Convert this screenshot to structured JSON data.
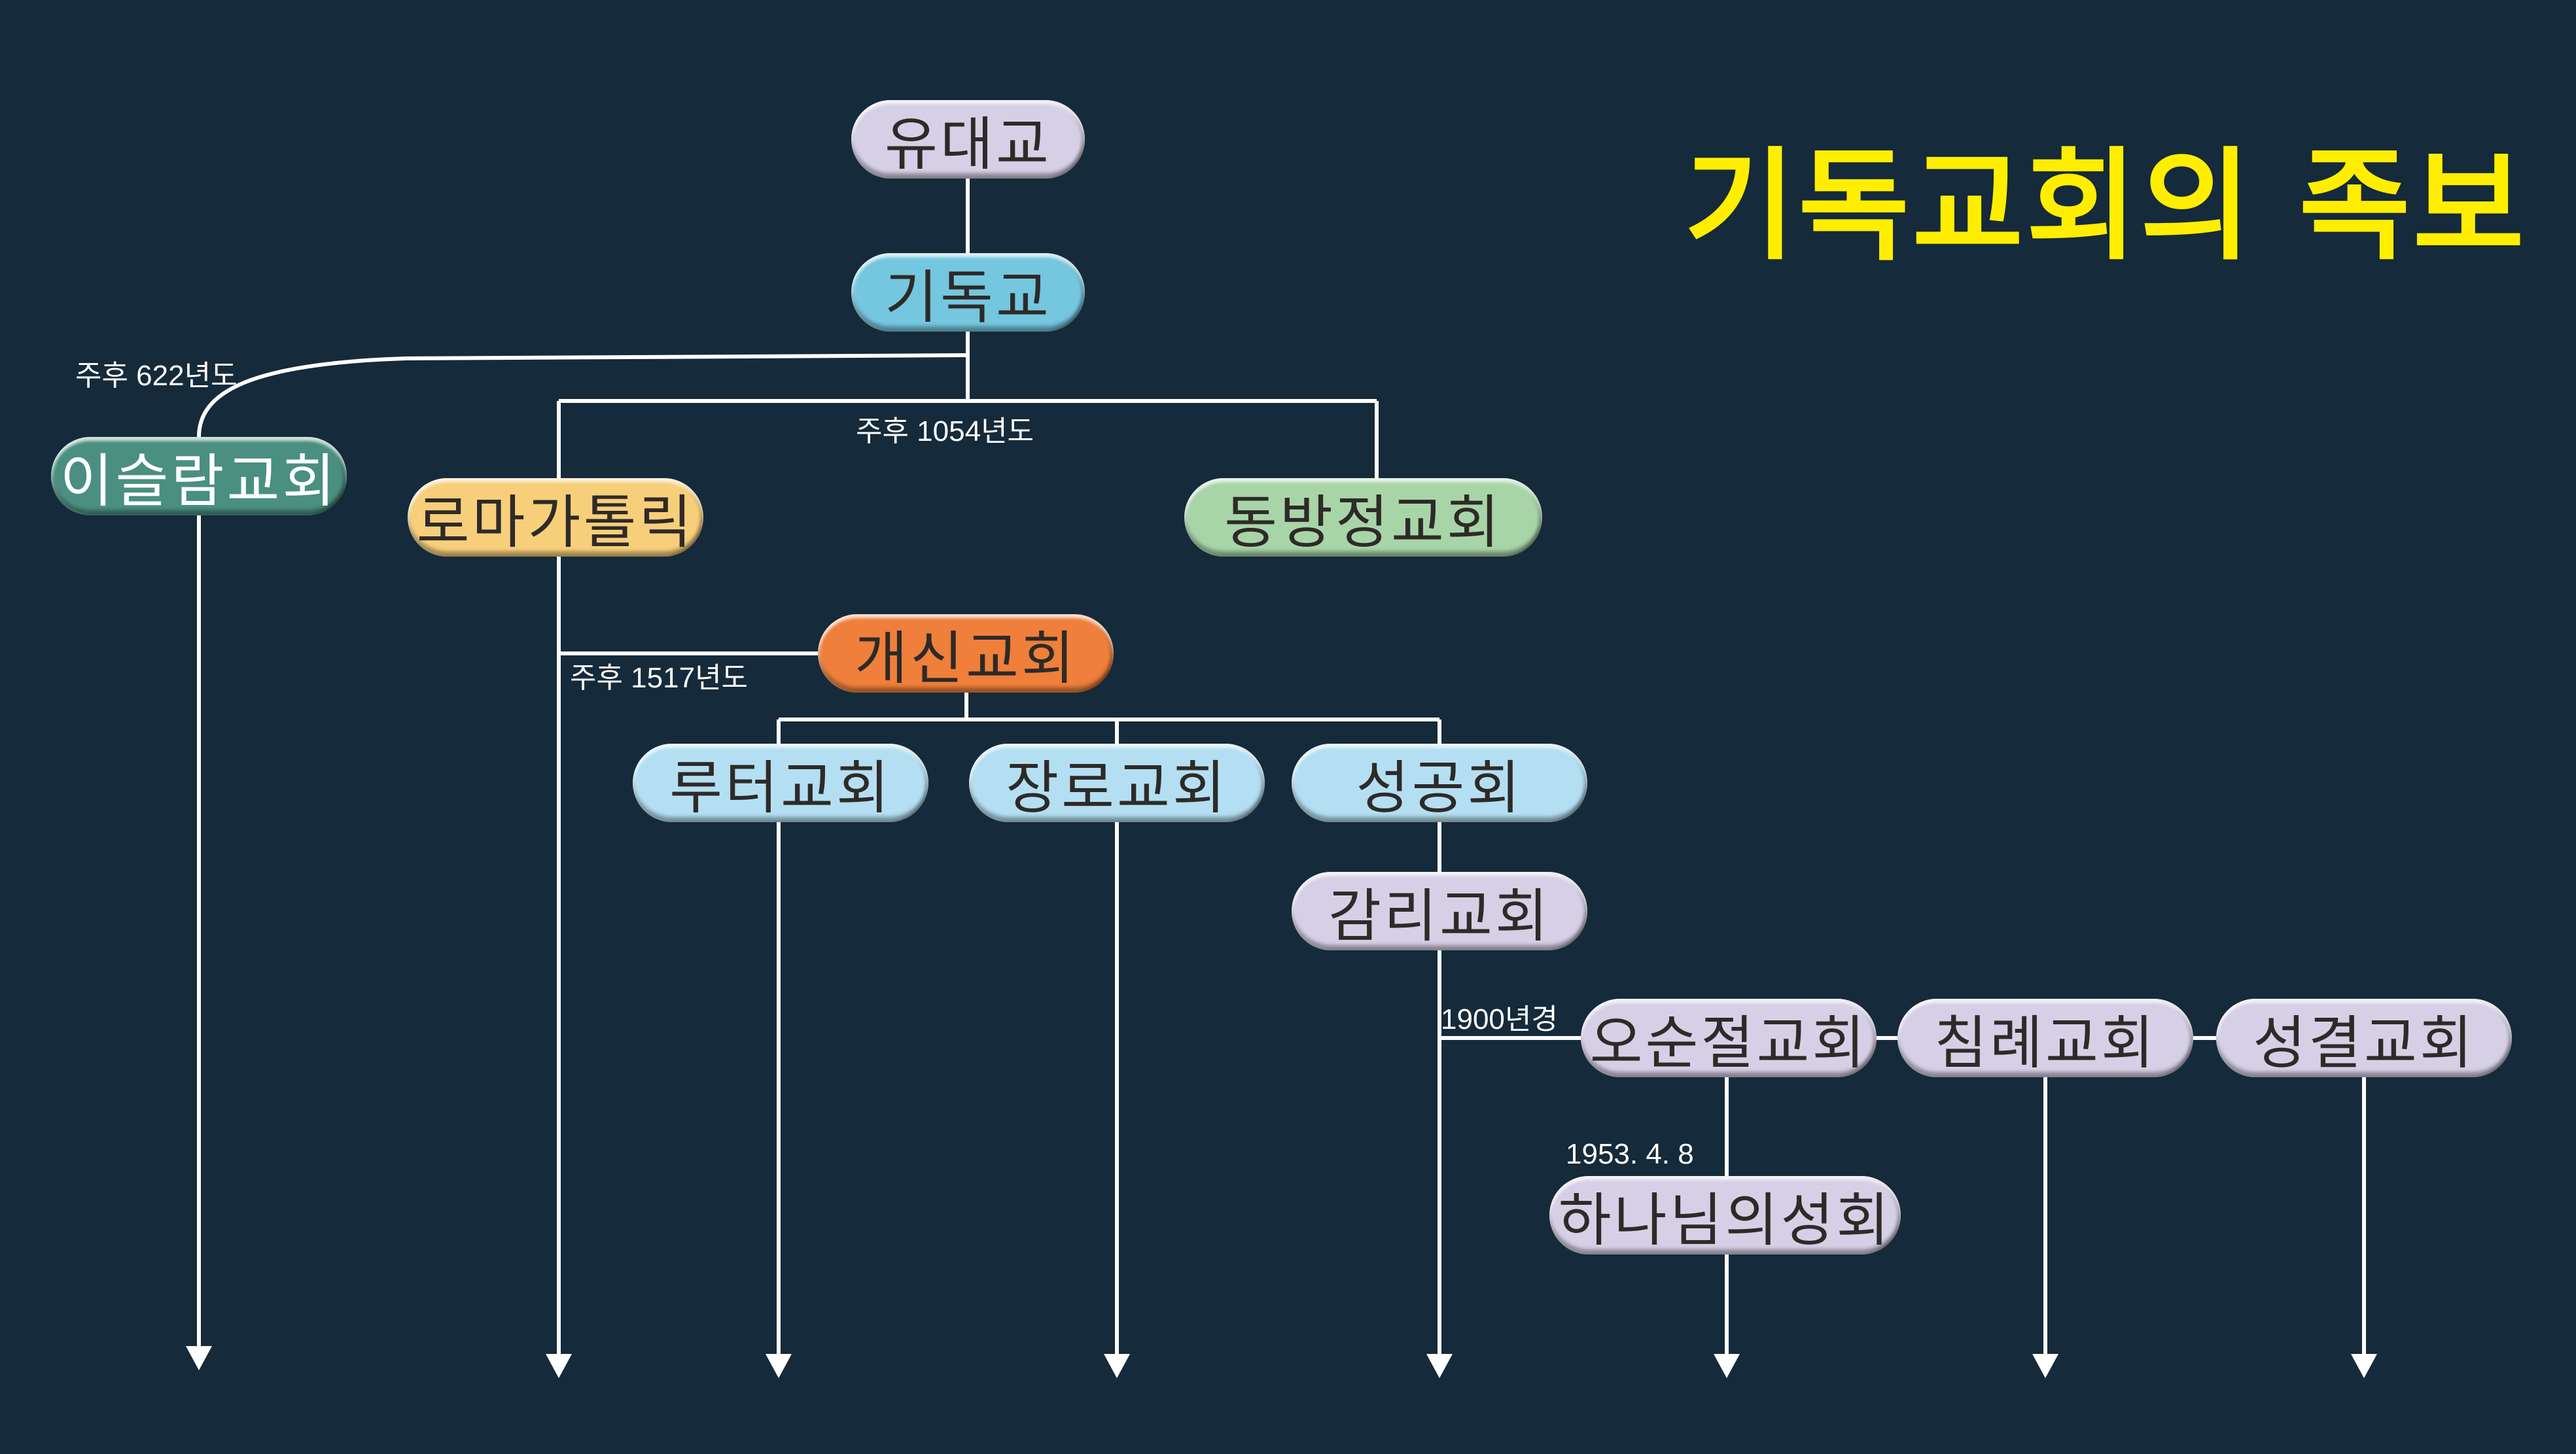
{
  "title": "기독교회의 족보",
  "colors": {
    "background": "#152a3a",
    "title": "#ffee00",
    "lavender": "#d6d0e6",
    "sky": "#74c7df",
    "teal": "#4a8f80",
    "yellow": "#f7cf7a",
    "green": "#a8d5a8",
    "orange": "#ef7f3a",
    "light_blue": "#b4dff3"
  },
  "nodes": {
    "judaism": "유대교",
    "christianity": "기독교",
    "islam": "이슬람교회",
    "roman_catholic": "로마가톨릭",
    "eastern_orthodox": "동방정교회",
    "protestant": "개신교회",
    "lutheran": "루터교회",
    "presbyterian": "장로교회",
    "anglican": "성공회",
    "methodist": "감리교회",
    "pentecostal": "오순절교회",
    "baptist": "침례교회",
    "holiness": "성결교회",
    "assemblies_of_god": "하나님의성회"
  },
  "labels": {
    "islam_date": "주후 622년도",
    "schism_date": "주후 1054년도",
    "reformation_date": "주후 1517년도",
    "pentecostal_date": "1900년경",
    "aog_date": "1953. 4. 8"
  }
}
